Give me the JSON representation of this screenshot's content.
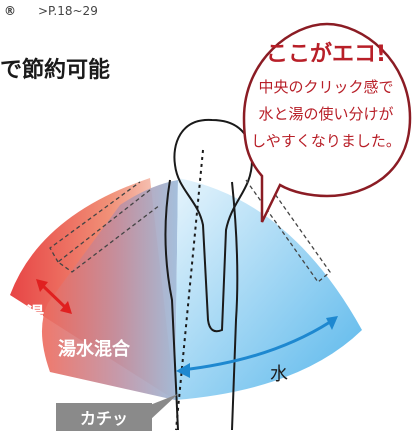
{
  "header": {
    "reg_mark": "®",
    "page_ref": ">P.18~29",
    "headline": "で節約可能"
  },
  "callout": {
    "title": "ここがエコ!",
    "lines": [
      "中央のクリック感で",
      "水と湯の使い分けが",
      "しやすくなりました。"
    ]
  },
  "labels": {
    "hot": "湯",
    "mixed": "湯水混合",
    "cold": "水",
    "click": "カチッ"
  },
  "colors": {
    "hot": "#e94a4a",
    "cold": "#4fb3e8",
    "callout_border": "#8b1c24",
    "callout_text": "#b81f28",
    "hot_arrow": "#e02020",
    "cold_arrow": "#1e88d0"
  }
}
